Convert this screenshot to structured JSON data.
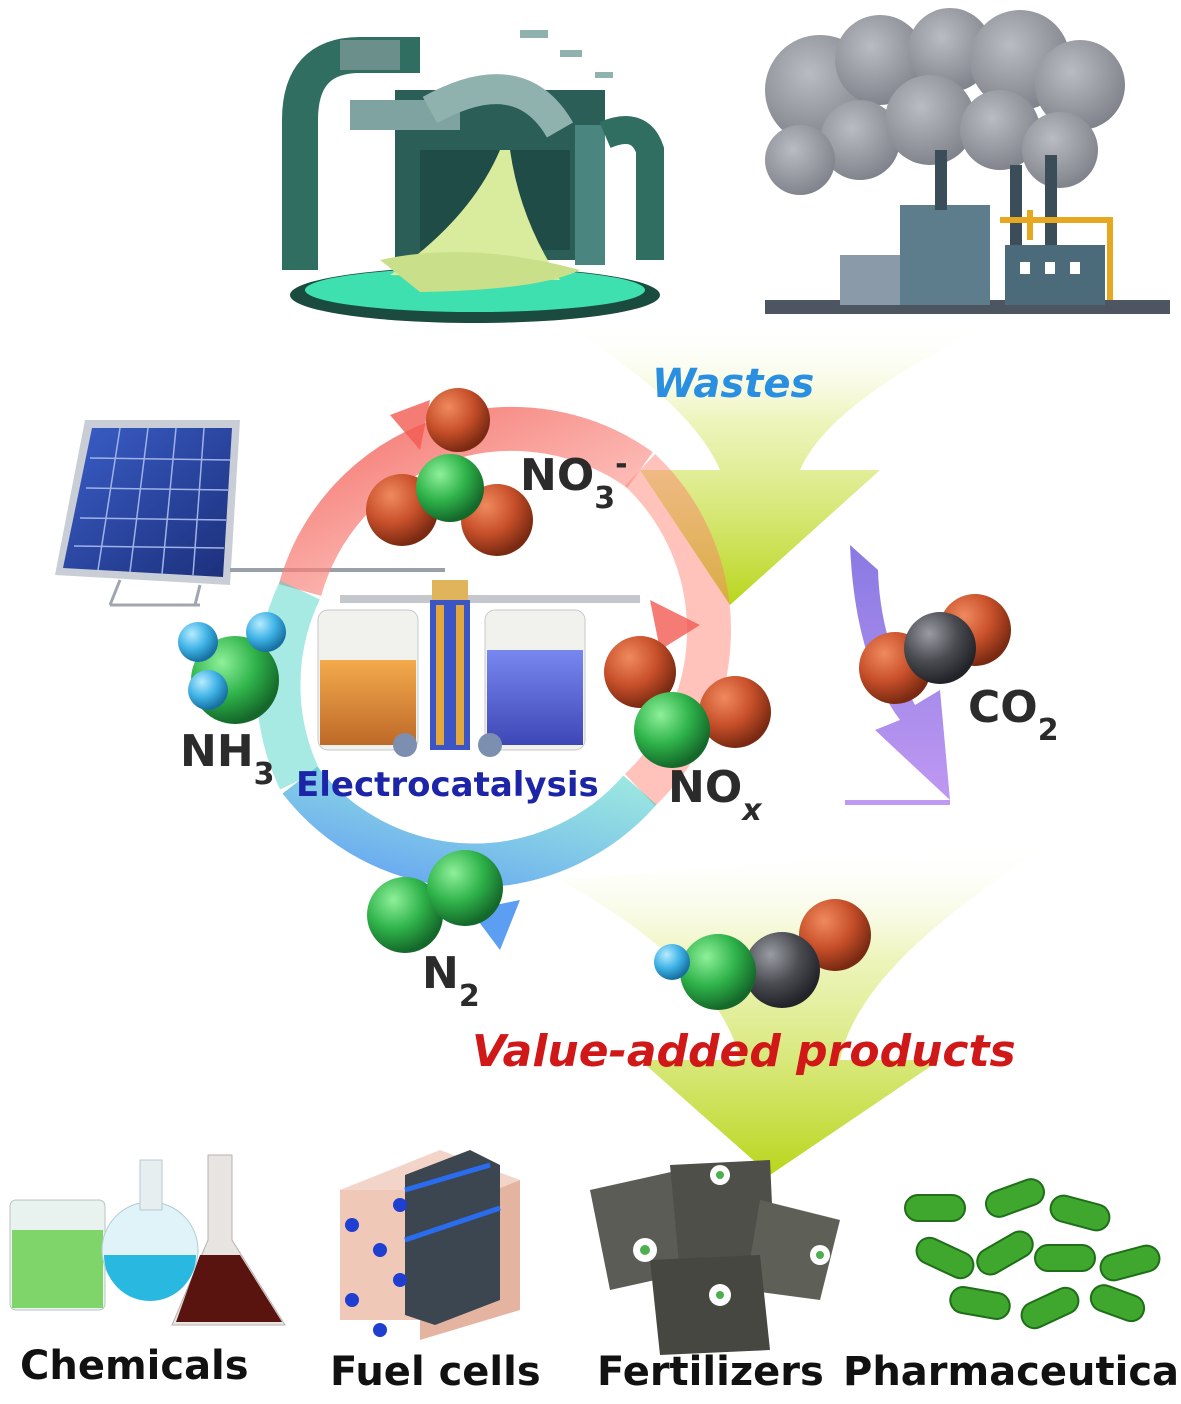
{
  "labels": {
    "wastes": "Wastes",
    "value_added": "Value-added products",
    "electrocatalysis": "Electrocatalysis"
  },
  "species": {
    "nitrate": {
      "base": "NO",
      "sub": "3",
      "sup": "-"
    },
    "nox": {
      "base": "NO",
      "sub": "x"
    },
    "co2": {
      "base": "CO",
      "sub": "2"
    },
    "ammonia": {
      "base": "NH",
      "sub": "3"
    },
    "nitrogen": {
      "base": "N",
      "sub": "2"
    }
  },
  "products": [
    {
      "label": "Chemicals",
      "icon": "lab-glassware-icon"
    },
    {
      "label": "Fuel cells",
      "icon": "fuel-cell-stack-icon"
    },
    {
      "label": "Fertilizers",
      "icon": "fertilizer-bags-icon"
    },
    {
      "label": "Pharmaceuticals",
      "icon": "capsules-icon"
    }
  ],
  "colors": {
    "oxygen": "#c8502a",
    "nitrogen_atom": "#2fb34a",
    "carbon": "#4a4c52",
    "hydrogen": "#3fb2e6",
    "wastes_text": "#2a8fe0",
    "value_text": "#d01818",
    "electro_text": "#1c24a8",
    "arrow_green": "#b9d61c",
    "arrow_purple": "#9b78e6"
  }
}
